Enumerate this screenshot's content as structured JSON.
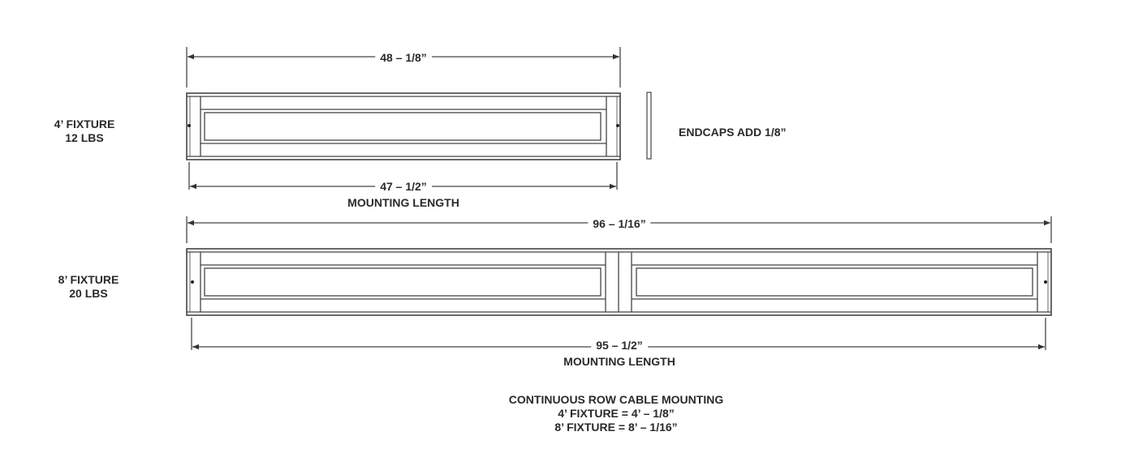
{
  "fixture_4ft": {
    "name": "4’ FIXTURE",
    "weight": "12 LBS",
    "overall_length": "48 – 1/8”",
    "mounting_length": "47 – 1/2”",
    "mounting_label": "MOUNTING LENGTH",
    "endcap_note": "ENDCAPS ADD 1/8”"
  },
  "fixture_8ft": {
    "name": "8’ FIXTURE",
    "weight": "20 LBS",
    "overall_length": "96 – 1/16”",
    "mounting_length": "95 – 1/2”",
    "mounting_label": "MOUNTING LENGTH"
  },
  "continuous_row": {
    "title": "CONTINUOUS ROW CABLE MOUNTING",
    "line_4ft": "4’ FIXTURE = 4’ – 1/8”",
    "line_8ft": "8’ FIXTURE = 8’ – 1/16”"
  },
  "colors": {
    "line": "#444444",
    "text": "#2a2a2a",
    "banner": "#3f9a7e"
  }
}
